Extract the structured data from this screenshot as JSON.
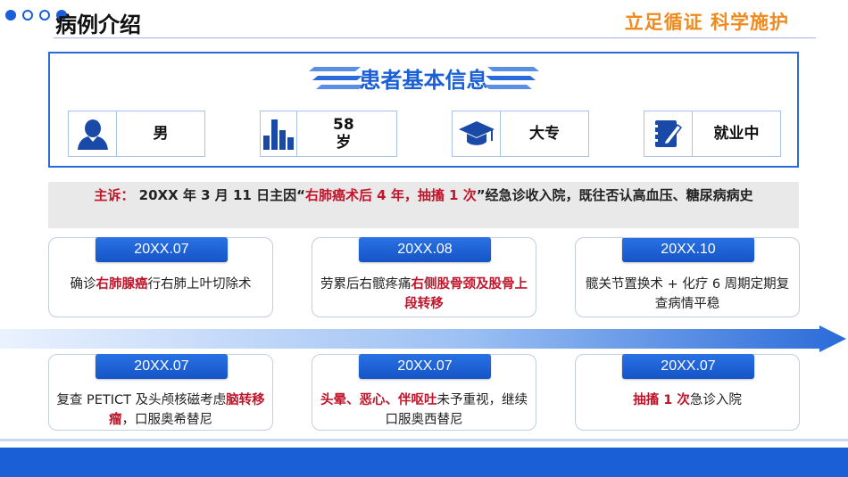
{
  "header": {
    "title": "病例介绍",
    "slogan": "立足循证  科学施护"
  },
  "info": {
    "heading": "患者基本信息",
    "cards": [
      {
        "icon": "person-icon",
        "value": "男"
      },
      {
        "icon": "bar-chart-icon",
        "value": "58岁"
      },
      {
        "icon": "graduation-cap-icon",
        "value": "大专"
      },
      {
        "icon": "notepad-pen-icon",
        "value": "就业中"
      }
    ]
  },
  "complaint": {
    "label": "主诉：",
    "text_before": " 20XX 年 3 月 11 日主因“",
    "highlight": "右肺癌术后 4 年，抽搐 1 次",
    "text_after": "”经急诊收入院，既往否认高血压、糖尿病病史"
  },
  "timeline": {
    "top": [
      {
        "date": "20XX.07",
        "before": "确诊",
        "highlight": "右肺腺癌",
        "after": "行右肺上叶切除术"
      },
      {
        "date": "20XX.08",
        "before": "劳累后右髋疼痛",
        "highlight": "右侧股骨颈及股骨上段转移",
        "after": ""
      },
      {
        "date": "20XX.10",
        "before": "髋关节置换术 + 化疗 6 周期定期复查病情平稳",
        "highlight": "",
        "after": ""
      }
    ],
    "bottom": [
      {
        "date": "20XX.07",
        "before": "复查 PETICT 及头颅核磁考虑",
        "highlight": "脑转移瘤",
        "after": "，口服奥希替尼"
      },
      {
        "date": "20XX.07",
        "before": "",
        "highlight": "头晕、恶心、伴呕吐",
        "after": "未予重视，继续口服奥西替尼"
      },
      {
        "date": "20XX.07",
        "before": "",
        "highlight": "抽搐 1 次",
        "after": "急诊入院"
      }
    ]
  },
  "colors": {
    "primary": "#1a5fd6",
    "accent_orange": "#f08a1c",
    "highlight_red": "#c0152a",
    "complaint_bg": "#e9e9e9"
  }
}
